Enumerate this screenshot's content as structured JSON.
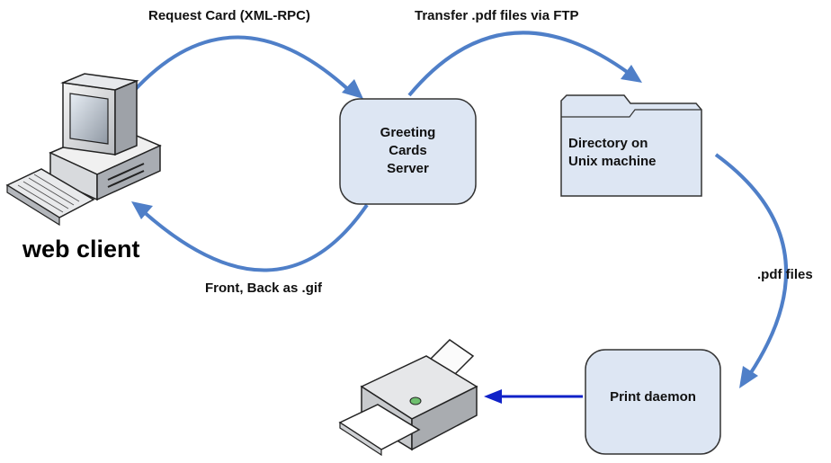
{
  "diagram": {
    "nodes": {
      "client": {
        "label": "web client"
      },
      "server": {
        "line1": "Greeting",
        "line2": "Cards",
        "line3": "Server"
      },
      "directory": {
        "line1": "Directory on",
        "line2": "Unix machine"
      },
      "daemon": {
        "label": "Print daemon"
      },
      "printer": {
        "icon": "printer-icon"
      }
    },
    "edges": {
      "request": {
        "label": "Request Card (XML-RPC)"
      },
      "transfer": {
        "label": "Transfer .pdf files via FTP"
      },
      "response": {
        "label": "Front, Back as .gif"
      },
      "pdf_files": {
        "label": ".pdf files"
      }
    },
    "colors": {
      "arrow": "#4f7fc8",
      "print_arrow": "#1022c8",
      "node_fill": "#dde6f3",
      "node_stroke": "#333333"
    }
  }
}
